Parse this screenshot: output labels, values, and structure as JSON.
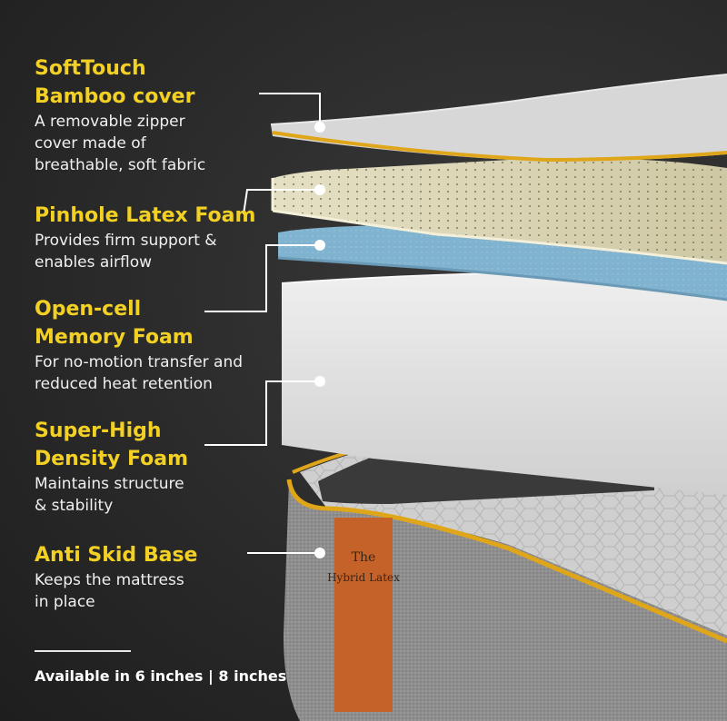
{
  "layers": [
    {
      "title_lines": [
        "SoftTouch",
        "Bamboo cover"
      ],
      "desc_lines": [
        "A removable zipper",
        "cover made of",
        "breathable, soft fabric"
      ]
    },
    {
      "title_lines": [
        "Pinhole Latex Foam"
      ],
      "desc_lines": [
        "Provides firm support &",
        "enables airflow"
      ]
    },
    {
      "title_lines": [
        "Open-cell",
        "Memory Foam"
      ],
      "desc_lines": [
        "For no-motion transfer and",
        "reduced heat retention"
      ]
    },
    {
      "title_lines": [
        "Super-High",
        "Density Foam"
      ],
      "desc_lines": [
        "Maintains structure",
        "& stability"
      ]
    },
    {
      "title_lines": [
        "Anti Skid Base"
      ],
      "desc_lines": [
        "Keeps the mattress",
        "in place"
      ]
    }
  ],
  "availability": "Available in 6 inches | 8 inches",
  "tag": {
    "line1": "The",
    "line2": "Hybrid Latex"
  },
  "colors": {
    "accent": "#f2d024",
    "background": "#2b2b2b",
    "text": "#f0f0f0",
    "tag": "#c5622a",
    "piping": "#e0a61a"
  }
}
